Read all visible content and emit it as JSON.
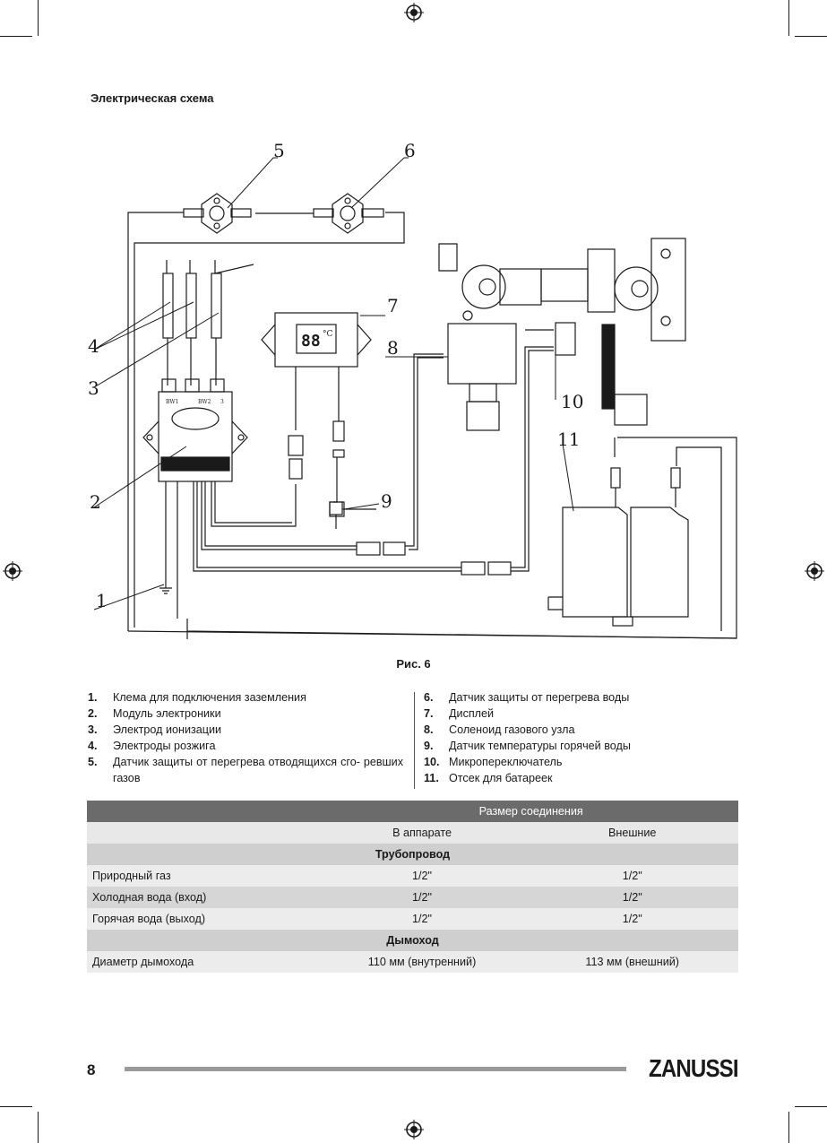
{
  "section_title": "Электрическая схема",
  "figure_caption": "Рис. 6",
  "diagram_callouts": [
    "1",
    "2",
    "3",
    "4",
    "5",
    "6",
    "7",
    "8",
    "9",
    "10",
    "11"
  ],
  "display_text": "88",
  "display_unit": "°C",
  "module_marks": [
    "BW1",
    "BW2",
    "3"
  ],
  "legend_left": [
    {
      "num": "1.",
      "text": "Клема для подключения заземления"
    },
    {
      "num": "2.",
      "text": "Модуль электроники"
    },
    {
      "num": "3.",
      "text": "Электрод ионизации"
    },
    {
      "num": "4.",
      "text": "Электроды розжига"
    },
    {
      "num": "5.",
      "text": "Датчик защиты от перегрева отводящихся сго- ревших газов"
    }
  ],
  "legend_right": [
    {
      "num": "6.",
      "text": "Датчик защиты от перегрева воды"
    },
    {
      "num": "7.",
      "text": "Дисплей"
    },
    {
      "num": "8.",
      "text": "Соленоид газового узла"
    },
    {
      "num": "9.",
      "text": "Датчик температуры горячей воды"
    },
    {
      "num": "10.",
      "text": "Микропереключатель"
    },
    {
      "num": "11.",
      "text": "Отсек для батареек"
    }
  ],
  "table": {
    "header": "Размер соединения",
    "col_inside": "В аппарате",
    "col_outside": "Внешние",
    "section_pipe": "Трубопровод",
    "rows_pipe": [
      {
        "label": "Природный газ",
        "inside": "1/2\"",
        "outside": "1/2\""
      },
      {
        "label": "Холодная вода (вход)",
        "inside": "1/2\"",
        "outside": "1/2\""
      },
      {
        "label": "Горячая вода (выход)",
        "inside": "1/2\"",
        "outside": "1/2\""
      }
    ],
    "section_flue": "Дымоход",
    "row_flue": {
      "label": "Диаметр дымохода",
      "inside": "110 мм (внутренний)",
      "outside": "113 мм (внешний)"
    }
  },
  "page_number": "8",
  "brand": "ZANUSSI"
}
